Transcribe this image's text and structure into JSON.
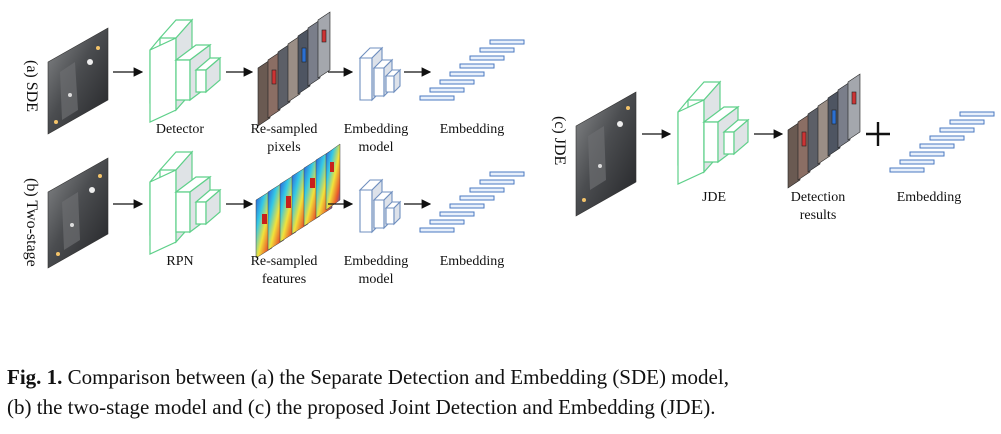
{
  "figure": {
    "row_a_label": "(a) SDE",
    "row_b_label": "(b) Two-stage",
    "row_c_label": "(c) JDE",
    "sde": {
      "detector": "Detector",
      "resampled_pixels": "Re-sampled pixels",
      "embedding_model": "Embedding model",
      "embedding": "Embedding"
    },
    "two_stage": {
      "rpn": "RPN",
      "resampled_features": "Re-sampled features",
      "embedding_model": "Embedding model",
      "embedding": "Embedding"
    },
    "jde": {
      "jde": "JDE",
      "detection_results": "Detection results",
      "plus": "+",
      "embedding": "Embedding"
    },
    "colors": {
      "network_block_stroke": "#5fd08a",
      "embedding_model_stroke": "#6f8fbf",
      "embedding_bar_stroke": "#4a78c0",
      "embedding_bar_fill": "#e8f0fb",
      "arrow": "#111111"
    }
  },
  "caption": {
    "prefix": "Fig. 1.",
    "line1": " Comparison between (a) the Separate Detection and Embedding (SDE) model,",
    "line2": "(b) the two-stage model and (c) the proposed Joint Detection and Embedding (JDE)."
  }
}
